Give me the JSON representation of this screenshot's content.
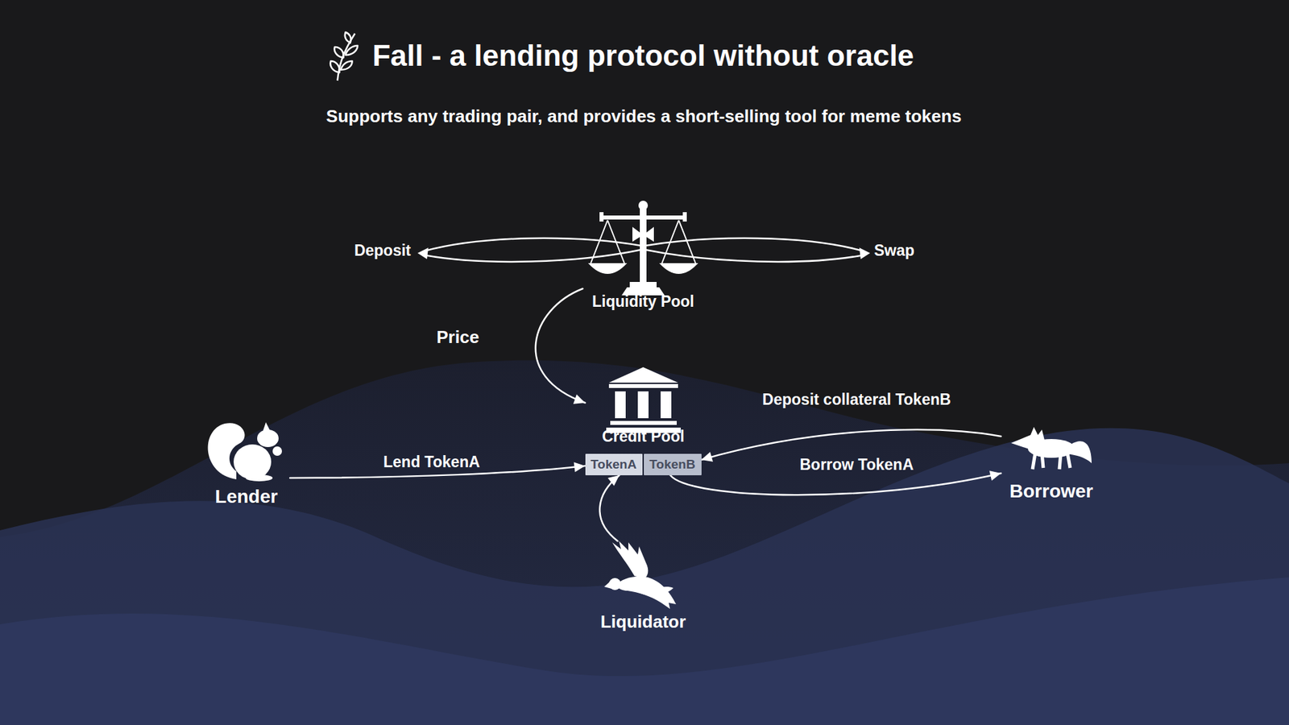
{
  "diagram": {
    "title": "Fall - a lending protocol without oracle",
    "nodes": [
      {
        "text": [
          "Liquidity Pool"
        ]
      },
      {
        "text": [
          "Credit Pool"
        ]
      },
      {
        "text": [
          "TokenA"
        ],
        "in": 1
      },
      {
        "text": [
          "TokenB"
        ],
        "in": 1
      },
      {
        "text": [
          "Lender"
        ]
      },
      {
        "text": [
          "Borrower"
        ]
      },
      {
        "text": [
          "Liquidator"
        ]
      }
    ],
    "edges": [
      {
        "from": 0,
        "to": 1,
        "label": "Price",
        "arrow": "to"
      },
      {
        "from": 4,
        "to": 2,
        "label": "Lend TokenA",
        "arrow": "to"
      },
      {
        "from": 1,
        "to": 5,
        "label": "Borrow TokenA",
        "arrow": "to"
      },
      {
        "from": 5,
        "to": 3,
        "label": "Deposit collateral TokenB",
        "arrow": "to"
      },
      {
        "from": 6,
        "to": 2,
        "arrow": "to"
      }
    ],
    "labels": [
      "Supports any trading pair, and provides a short-selling tool for meme tokens",
      "Deposit",
      "Swap"
    ]
  }
}
